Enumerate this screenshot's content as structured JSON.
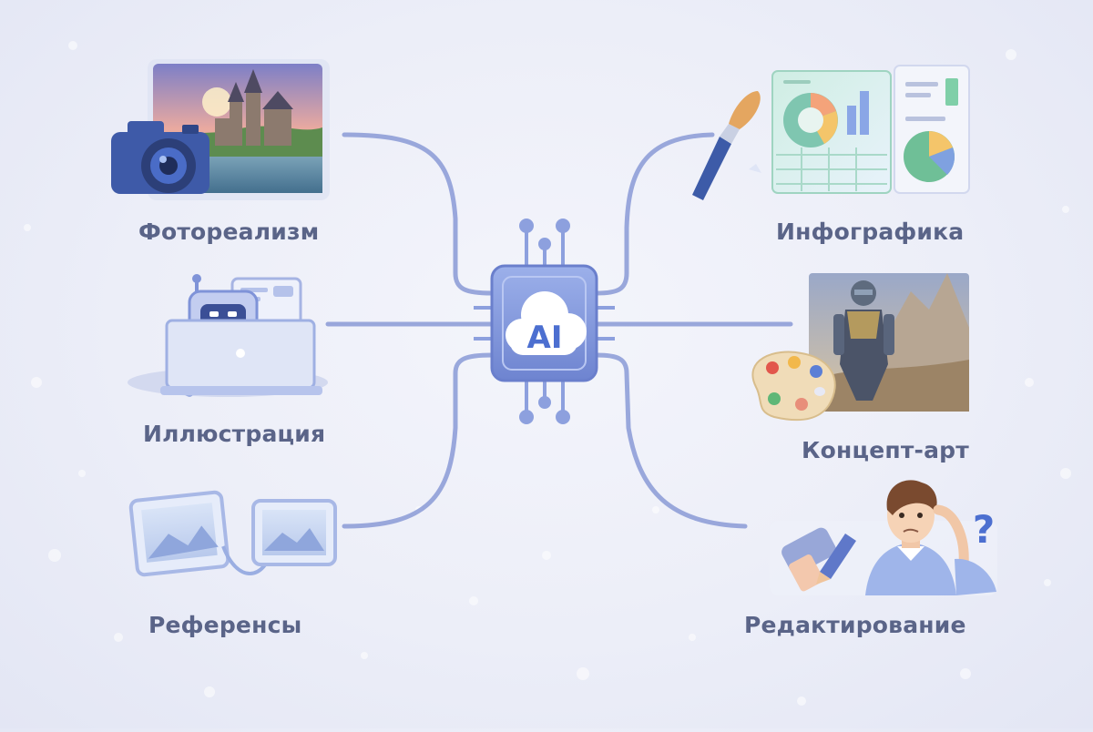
{
  "hub": {
    "text": "AI"
  },
  "nodes": {
    "photorealism": {
      "label": "Фотореализм"
    },
    "illustration": {
      "label": "Иллюстрация"
    },
    "references": {
      "label": "Референсы"
    },
    "infographics": {
      "label": "Инфографика"
    },
    "concept_art": {
      "label": "Концепт-арт"
    },
    "editing": {
      "label": "Редактирование",
      "mark": "?"
    }
  },
  "colors": {
    "connector": "#8a9ad6",
    "chip": "#7f93d8",
    "label": "#5a6488",
    "accent": "#4c6fd0"
  }
}
